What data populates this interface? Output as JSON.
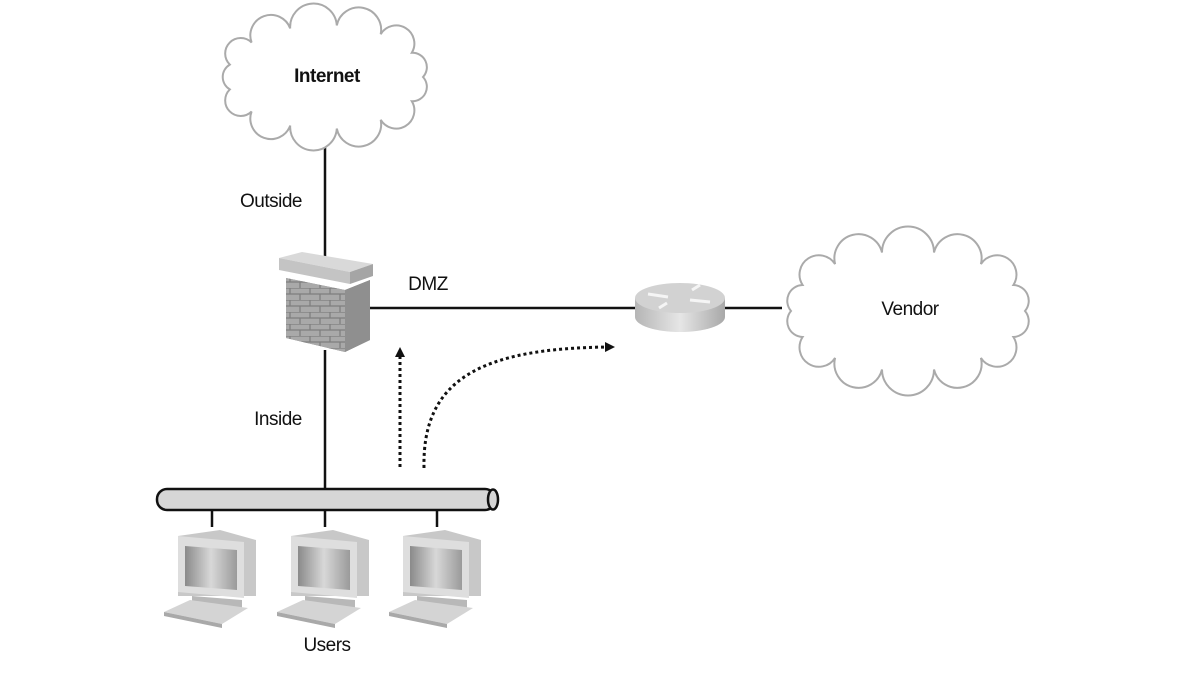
{
  "diagram": {
    "nodes": {
      "internet": {
        "label": "Internet",
        "icon": "cloud-icon"
      },
      "vendor": {
        "label": "Vendor",
        "icon": "cloud-icon"
      },
      "firewall": {
        "icon": "firewall-icon"
      },
      "router": {
        "icon": "router-icon"
      },
      "users": {
        "label": "Users",
        "icon": "computer-icon",
        "count": 3
      },
      "lan": {
        "icon": "network-bus-icon"
      }
    },
    "links": {
      "outside": "Outside",
      "dmz": "DMZ",
      "inside": "Inside"
    },
    "flows": [
      {
        "from": "users",
        "to": "firewall",
        "style": "dotted-arrow"
      },
      {
        "from": "users",
        "to": "router",
        "style": "dotted-arrow"
      }
    ],
    "colors": {
      "line": "#111111",
      "device": "#bdbdbd",
      "cloud_fill": "#ffffff",
      "cloud_stroke": "#aaaaaa"
    }
  }
}
